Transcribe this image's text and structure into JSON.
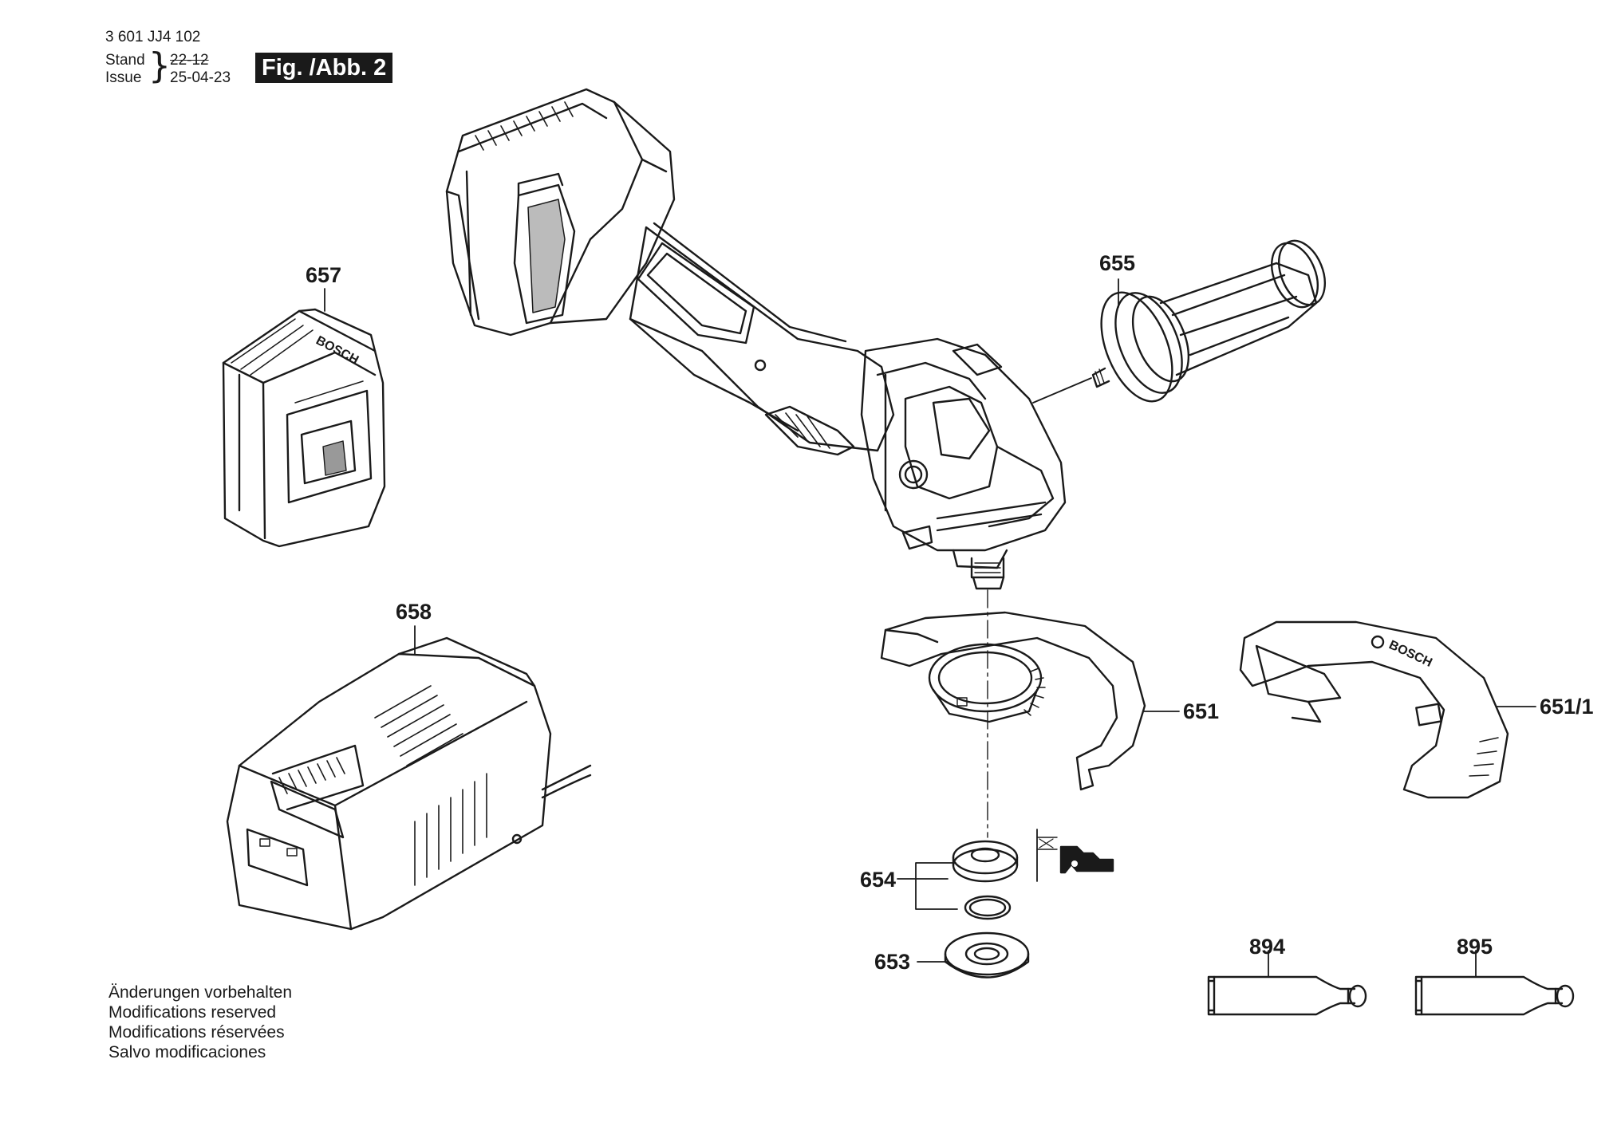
{
  "header": {
    "doc_number": "3 601 JJ4 102",
    "stand_label": "Stand",
    "issue_label": "Issue",
    "old_date": "22-12",
    "issue_date": "25-04-23",
    "figure_label": "Fig. /Abb. 2"
  },
  "parts": {
    "p651": "651",
    "p651_1": "651/1",
    "p653": "653",
    "p654": "654",
    "p655": "655",
    "p657": "657",
    "p658": "658",
    "p894": "894",
    "p895": "895"
  },
  "notes": {
    "de": "Änderungen vorbehalten",
    "en": "Modifications reserved",
    "fr": "Modifications réservées",
    "es": "Salvo modificaciones"
  },
  "brand": "BOSCH",
  "colors": {
    "ink": "#1a1a1a",
    "paper": "#ffffff"
  }
}
